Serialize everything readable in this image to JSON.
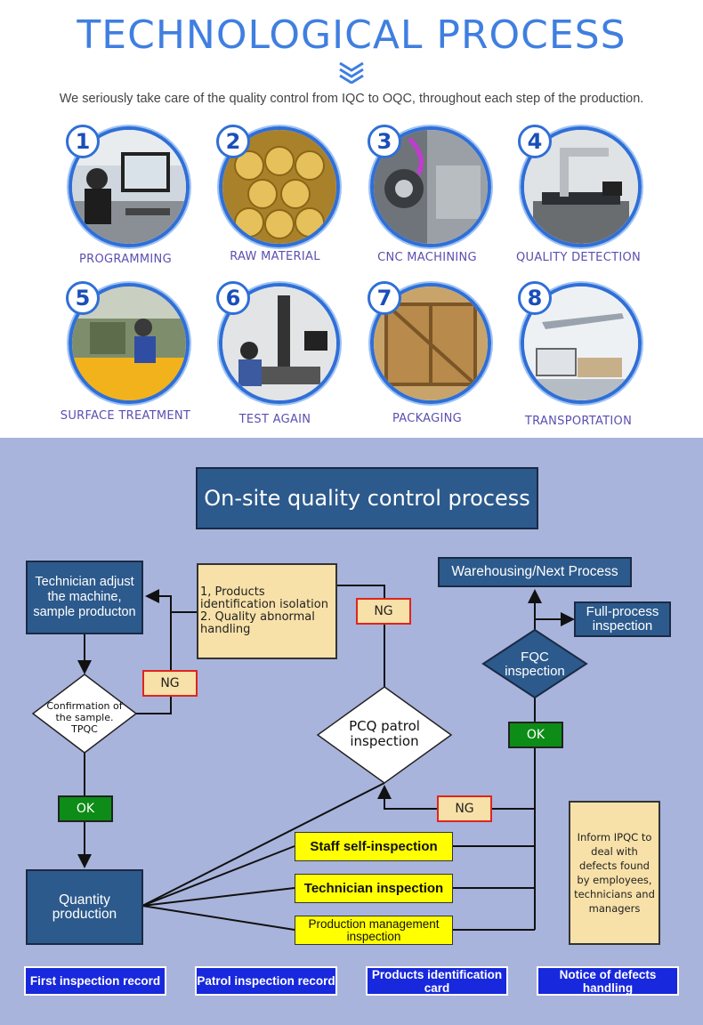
{
  "header": {
    "title": "TECHNOLOGICAL PROCESS",
    "subtitle": "We seriously take care of the quality control from IQC to OQC, throughout each step of the production."
  },
  "steps": [
    {
      "number": "1",
      "label": "PROGRAMMING"
    },
    {
      "number": "2",
      "label": "RAW MATERIAL"
    },
    {
      "number": "3",
      "label": "CNC MACHINING"
    },
    {
      "number": "4",
      "label": "QUALITY DETECTION"
    },
    {
      "number": "5",
      "label": "SURFACE TREATMENT"
    },
    {
      "number": "6",
      "label": "TEST AGAIN"
    },
    {
      "number": "7",
      "label": "PACKAGING"
    },
    {
      "number": "8",
      "label": "TRANSPORTATION"
    }
  ],
  "qc": {
    "title": "On-site quality control process",
    "technician_adjust": "Technician adjust the machine, sample producton",
    "isolation": "1, Products identification isolation\n2. Quality abnormal handling",
    "confirmation": "Confirmation of the sample. TPQC",
    "ng_left": "NG",
    "ng_top": "NG",
    "ng_bottom": "NG",
    "ok_left": "OK",
    "ok_right": "OK",
    "pcq": "PCQ patrol inspection",
    "warehousing": "Warehousing/Next Process",
    "full_process": "Full-process inspection",
    "fqc": "FQC inspection",
    "quantity": "Quantity production",
    "staff": "Staff self-inspection",
    "technician_inspection": "Technician inspection",
    "production_management": "Production management inspection",
    "inform": "Inform IPQC to deal with defects found by employees, technicians and managers",
    "records": [
      "First inspection record",
      "Patrol inspection record",
      "Products identification card",
      "Notice of defects handling"
    ]
  },
  "colors": {
    "title_blue": "#3f7fe0",
    "panel_bg": "#a9b4dc",
    "dark_box": "#2d5a8c",
    "tan_box": "#f8e1a9",
    "ok_green": "#0d8c17",
    "ng_border": "#e0241d",
    "highlight_yellow": "#ffff00",
    "record_blue": "#1828dc"
  },
  "icons": [
    "chevron-down-icon"
  ]
}
